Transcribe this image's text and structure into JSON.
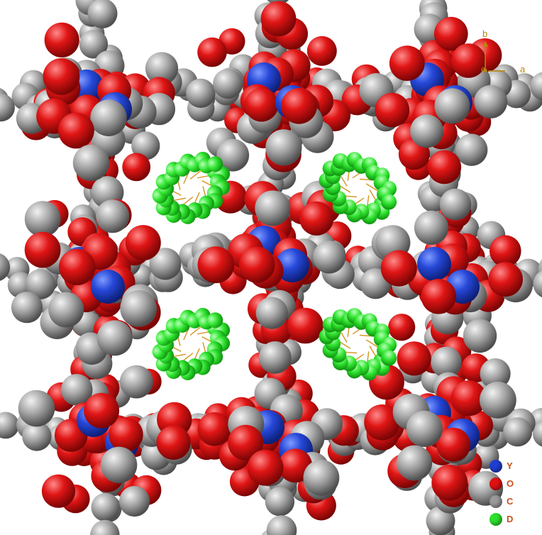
{
  "axes": {
    "b_label": "b",
    "c_label": "c",
    "a_label": "a",
    "color": "#b8860b"
  },
  "legend": {
    "items": [
      {
        "symbol": "Y",
        "color": "#1f3fd1"
      },
      {
        "symbol": "O",
        "color": "#e21010"
      },
      {
        "symbol": "C",
        "color": "#9a9a9a"
      },
      {
        "symbol": "D",
        "color": "#2ee02e"
      }
    ]
  },
  "colors": {
    "yttrium": "#1f3fd1",
    "oxygen": "#e21010",
    "carbon": "#a0a0a0",
    "guest": "#33e633",
    "bond": "#d79a2a"
  }
}
